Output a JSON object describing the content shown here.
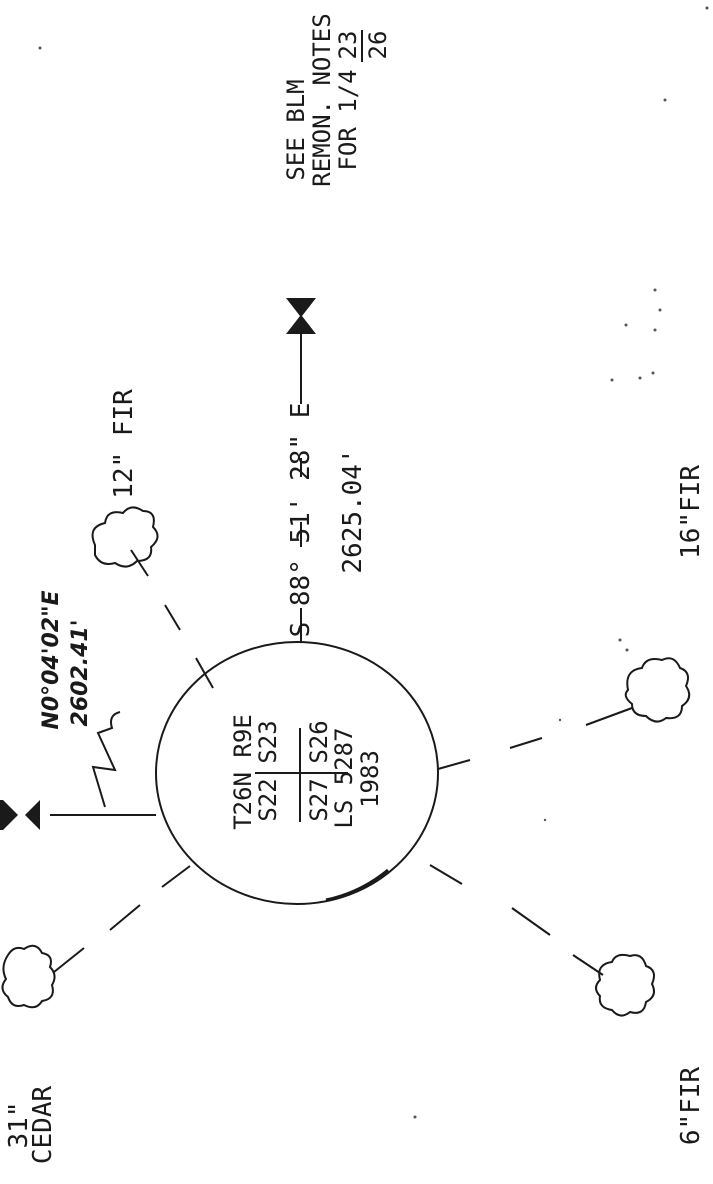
{
  "center": {
    "line1": "T26N R9E",
    "s22": "S22",
    "s23": "S23",
    "s27": "S27",
    "s26": "S26",
    "ls": "LS 5287",
    "year": "1983"
  },
  "east_course": {
    "bearing": "S 88° 51' 28\" E",
    "distance": "2625.04'"
  },
  "north_course": {
    "bearing": "N0°04'02\"E",
    "distance": "2602.41'"
  },
  "note": {
    "line1": "SEE BLM",
    "line2": "REMON. NOTES",
    "line3_prefix": "FOR 1/4",
    "fraction_top": "23",
    "fraction_bottom": "26"
  },
  "trees": {
    "fir12": "12\" FIR",
    "fir16": "16\"FIR",
    "fir6": "6\"FIR",
    "cedar_size": "31\"",
    "cedar_label": "CEDAR"
  },
  "colors": {
    "ink": "#1a1a1a",
    "paper": "#ffffff"
  },
  "icons": [
    "monument-triangle-icon",
    "tree-icon",
    "witness-corner-circle"
  ]
}
